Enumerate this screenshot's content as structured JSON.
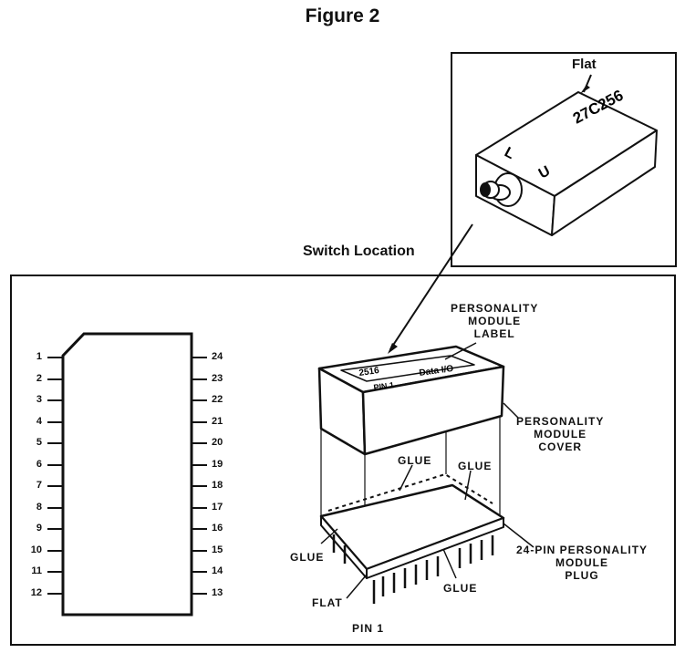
{
  "figure_title": "Figure 2",
  "switch_caption": "Switch Location",
  "inset": {
    "flat_label": "Flat",
    "chip_label": "27C256",
    "mark_l": "L",
    "mark_u": "U"
  },
  "pinout": {
    "left_pins": [
      "1",
      "2",
      "3",
      "4",
      "5",
      "6",
      "7",
      "8",
      "9",
      "10",
      "11",
      "12"
    ],
    "right_pins": [
      "24",
      "23",
      "22",
      "21",
      "20",
      "19",
      "18",
      "17",
      "16",
      "15",
      "14",
      "13"
    ]
  },
  "module": {
    "label_text_1": "2516",
    "label_text_2": "PIN 1",
    "label_text_3": "Data I/O",
    "callout_label": "PERSONALITY\nMODULE\nLABEL",
    "callout_cover": "PERSONALITY\nMODULE\nCOVER",
    "callout_plug": "24-PIN PERSONALITY\nMODULE\nPLUG",
    "callout_glue_top": "GLUE",
    "callout_glue_right": "GLUE",
    "callout_glue_left": "GLUE",
    "callout_glue_bottom": "GLUE",
    "callout_flat": "FLAT",
    "callout_pin1": "PIN 1"
  }
}
